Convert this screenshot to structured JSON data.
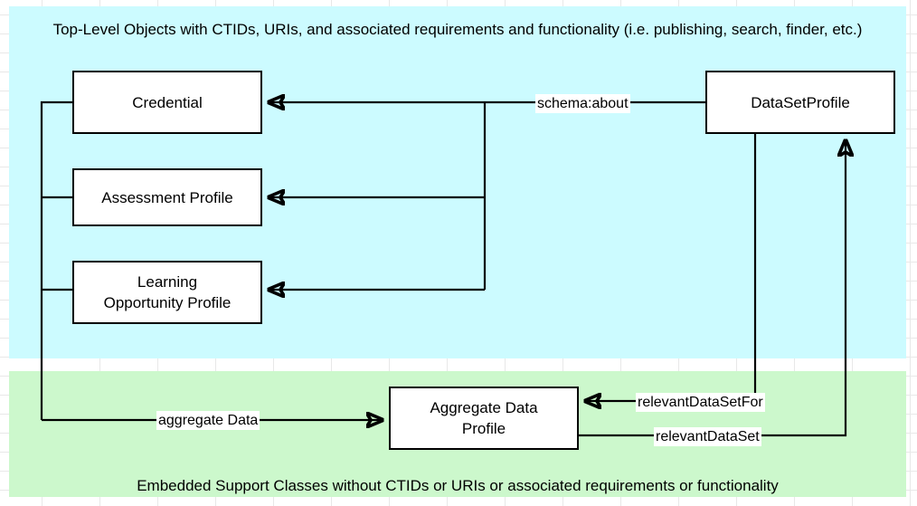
{
  "diagram": {
    "title_top": "Top-Level Objects with CTIDs, URIs, and associated requirements and functionality (i.e. publishing, search, finder, etc.)",
    "title_bottom": "Embedded Support Classes without CTIDs or URIs or associated requirements or functionality",
    "colors": {
      "band_top": "#ccfbff",
      "band_bottom": "#ccf8cc",
      "node_fill": "#ffffff",
      "stroke": "#000000"
    },
    "nodes": [
      {
        "id": "credential",
        "label": "Credential",
        "band": "top"
      },
      {
        "id": "assessment",
        "label": "Assessment Profile",
        "band": "top"
      },
      {
        "id": "learning",
        "label": "Learning\nOpportunity Profile",
        "band": "top"
      },
      {
        "id": "dataset",
        "label": "DataSetProfile",
        "band": "top"
      },
      {
        "id": "aggregate",
        "label": "Aggregate Data\nProfile",
        "band": "bottom"
      }
    ],
    "edges": [
      {
        "id": "schema-about-credential",
        "label": "schema:about",
        "from": "dataset",
        "to": "credential",
        "arrow": "to"
      },
      {
        "id": "schema-about-assessment",
        "label": "",
        "from": "dataset",
        "to": "assessment",
        "arrow": "to"
      },
      {
        "id": "schema-about-learning",
        "label": "",
        "from": "dataset",
        "to": "learning",
        "arrow": "to"
      },
      {
        "id": "aggregate-data",
        "label": "aggregate Data",
        "from": "top-level-objects",
        "to": "aggregate",
        "arrow": "to"
      },
      {
        "id": "relevant-dataset-for",
        "label": "relevantDataSetFor",
        "from": "dataset",
        "to": "aggregate",
        "arrow": "to"
      },
      {
        "id": "relevant-dataset",
        "label": "relevantDataSet",
        "from": "aggregate",
        "to": "dataset",
        "arrow": "to"
      }
    ]
  }
}
